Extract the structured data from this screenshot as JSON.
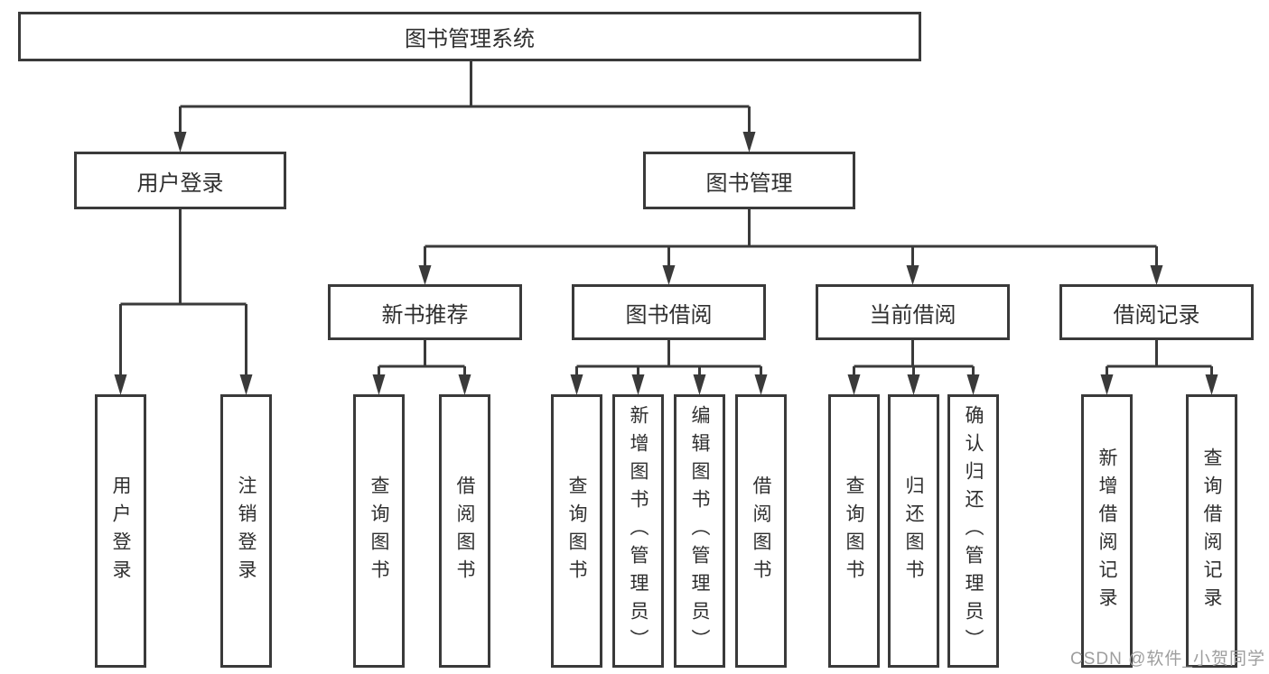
{
  "tree": {
    "label": "图书管理系统",
    "children": [
      {
        "label": "用户登录",
        "children": [
          {
            "label": "用户登录"
          },
          {
            "label": "注销登录"
          }
        ]
      },
      {
        "label": "图书管理",
        "children": [
          {
            "label": "新书推荐",
            "children": [
              {
                "label": "查询图书"
              },
              {
                "label": "借阅图书"
              }
            ]
          },
          {
            "label": "图书借阅",
            "children": [
              {
                "label": "查询图书"
              },
              {
                "label": "新增图书（管理员）"
              },
              {
                "label": "编辑图书（管理员）"
              },
              {
                "label": "借阅图书"
              }
            ]
          },
          {
            "label": "当前借阅",
            "children": [
              {
                "label": "查询图书"
              },
              {
                "label": "归还图书"
              },
              {
                "label": "确认归还（管理员）"
              }
            ]
          },
          {
            "label": "借阅记录",
            "children": [
              {
                "label": "新增借阅记录"
              },
              {
                "label": "查询借阅记录"
              }
            ]
          }
        ]
      }
    ]
  },
  "watermark": "CSDN @软件_小贺同学",
  "colors": {
    "line": "#3a3a3a",
    "text": "#2f2f2f",
    "box_background": "#ffffff",
    "watermark": "#9e9e9e",
    "page_background": "#ffffff"
  }
}
